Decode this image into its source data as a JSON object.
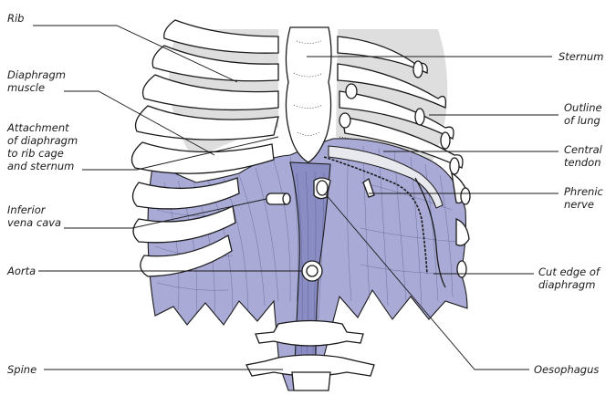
{
  "colors": {
    "muscle": "#a9abd6",
    "muscle_dark": "#8a8dc4",
    "lung": "#dedede",
    "bone": "#ffffff",
    "ink": "#1a1a1a"
  },
  "labels": {
    "rib": "Rib",
    "diaphragm_muscle": [
      "Diaphragm",
      "muscle"
    ],
    "attachment": [
      "Attachment",
      "of diaphragm",
      "to rib cage",
      "and sternum"
    ],
    "inferior_vena_cava": [
      "Inferior",
      "vena cava"
    ],
    "aorta": "Aorta",
    "spine": "Spine",
    "sternum": "Sternum",
    "outline_of_lung": [
      "Outline",
      "of lung"
    ],
    "central_tendon": [
      "Central",
      "tendon"
    ],
    "phrenic_nerve": [
      "Phrenic",
      "nerve"
    ],
    "cut_edge": [
      "Cut edge of",
      "diaphragm"
    ],
    "oesophagus": "Oesophagus"
  }
}
